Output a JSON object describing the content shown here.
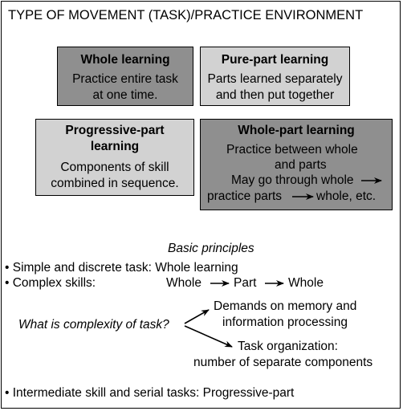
{
  "title": "TYPE OF MOVEMENT (TASK)/PRACTICE ENVIRONMENT",
  "boxes": {
    "whole": {
      "heading": "Whole learning",
      "line1": "Practice entire task",
      "line2": "at one time."
    },
    "pure_part": {
      "heading": "Pure-part learning",
      "line1": "Parts learned separately",
      "line2": "and then put together"
    },
    "progressive_part": {
      "heading1": "Progressive-part",
      "heading2": "learning",
      "line1": "Components of skill",
      "line2": "combined in sequence."
    },
    "whole_part": {
      "heading": "Whole-part learning",
      "line1": "Practice between whole",
      "line2": "and parts",
      "line3": "May go through whole",
      "line4a": "practice parts",
      "line4b": "whole, etc."
    }
  },
  "principles": {
    "heading": "Basic principles",
    "bullet1": "• Simple and discrete task: Whole learning",
    "bullet2": "• Complex skills:",
    "seq_whole1": "Whole",
    "seq_part": "Part",
    "seq_whole2": "Whole",
    "question": "What is complexity of task?",
    "branch1_line1": "Demands on memory and",
    "branch1_line2": "information processing",
    "branch2_line1": "Task organization:",
    "branch2_line2": "number of separate components",
    "bullet3": "• Intermediate skill and serial tasks: Progressive-part"
  },
  "colors": {
    "dark_box": "#8f8f8f",
    "light_box": "#d2d2d2"
  }
}
